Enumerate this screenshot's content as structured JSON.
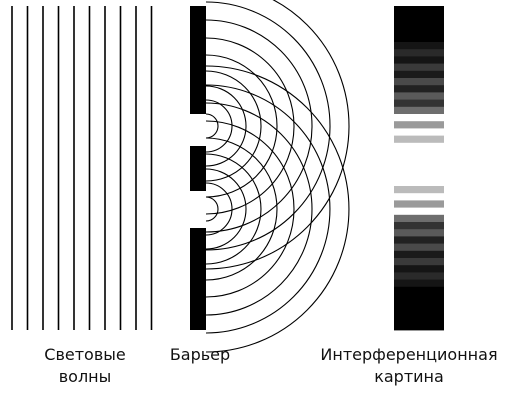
{
  "labels": {
    "waves_line1": "Световые",
    "waves_line2": "волны",
    "barrier": "Барьер",
    "pattern_line1": "Интерференционная",
    "pattern_line2": "картина"
  },
  "diagram": {
    "incident_wave_count": 10,
    "slit_count": 2,
    "circular_wavefronts_per_slit": 9,
    "pattern_stripe_shades": [
      "#000000",
      "#000000",
      "#000000",
      "#000000",
      "#000000",
      "#151515",
      "#2a2a2a",
      "#151515",
      "#3a3a3a",
      "#1a1a1a",
      "#4a4a4a",
      "#222222",
      "#5a5a5a",
      "#333333",
      "#6e6e6e",
      "#ffffff",
      "#9a9a9a",
      "#ffffff",
      "#bbbbbb",
      "#ffffff",
      "#ffffff",
      "#ffffff",
      "#ffffff",
      "#ffffff",
      "#ffffff",
      "#bbbbbb",
      "#ffffff",
      "#9a9a9a",
      "#ffffff",
      "#6e6e6e",
      "#333333",
      "#5a5a5a",
      "#222222",
      "#4a4a4a",
      "#1a1a1a",
      "#3a3a3a",
      "#151515",
      "#2a2a2a",
      "#151515",
      "#000000",
      "#000000",
      "#000000",
      "#000000",
      "#000000",
      "#000000"
    ],
    "colors": {
      "ink": "#000000",
      "background": "#ffffff"
    }
  }
}
